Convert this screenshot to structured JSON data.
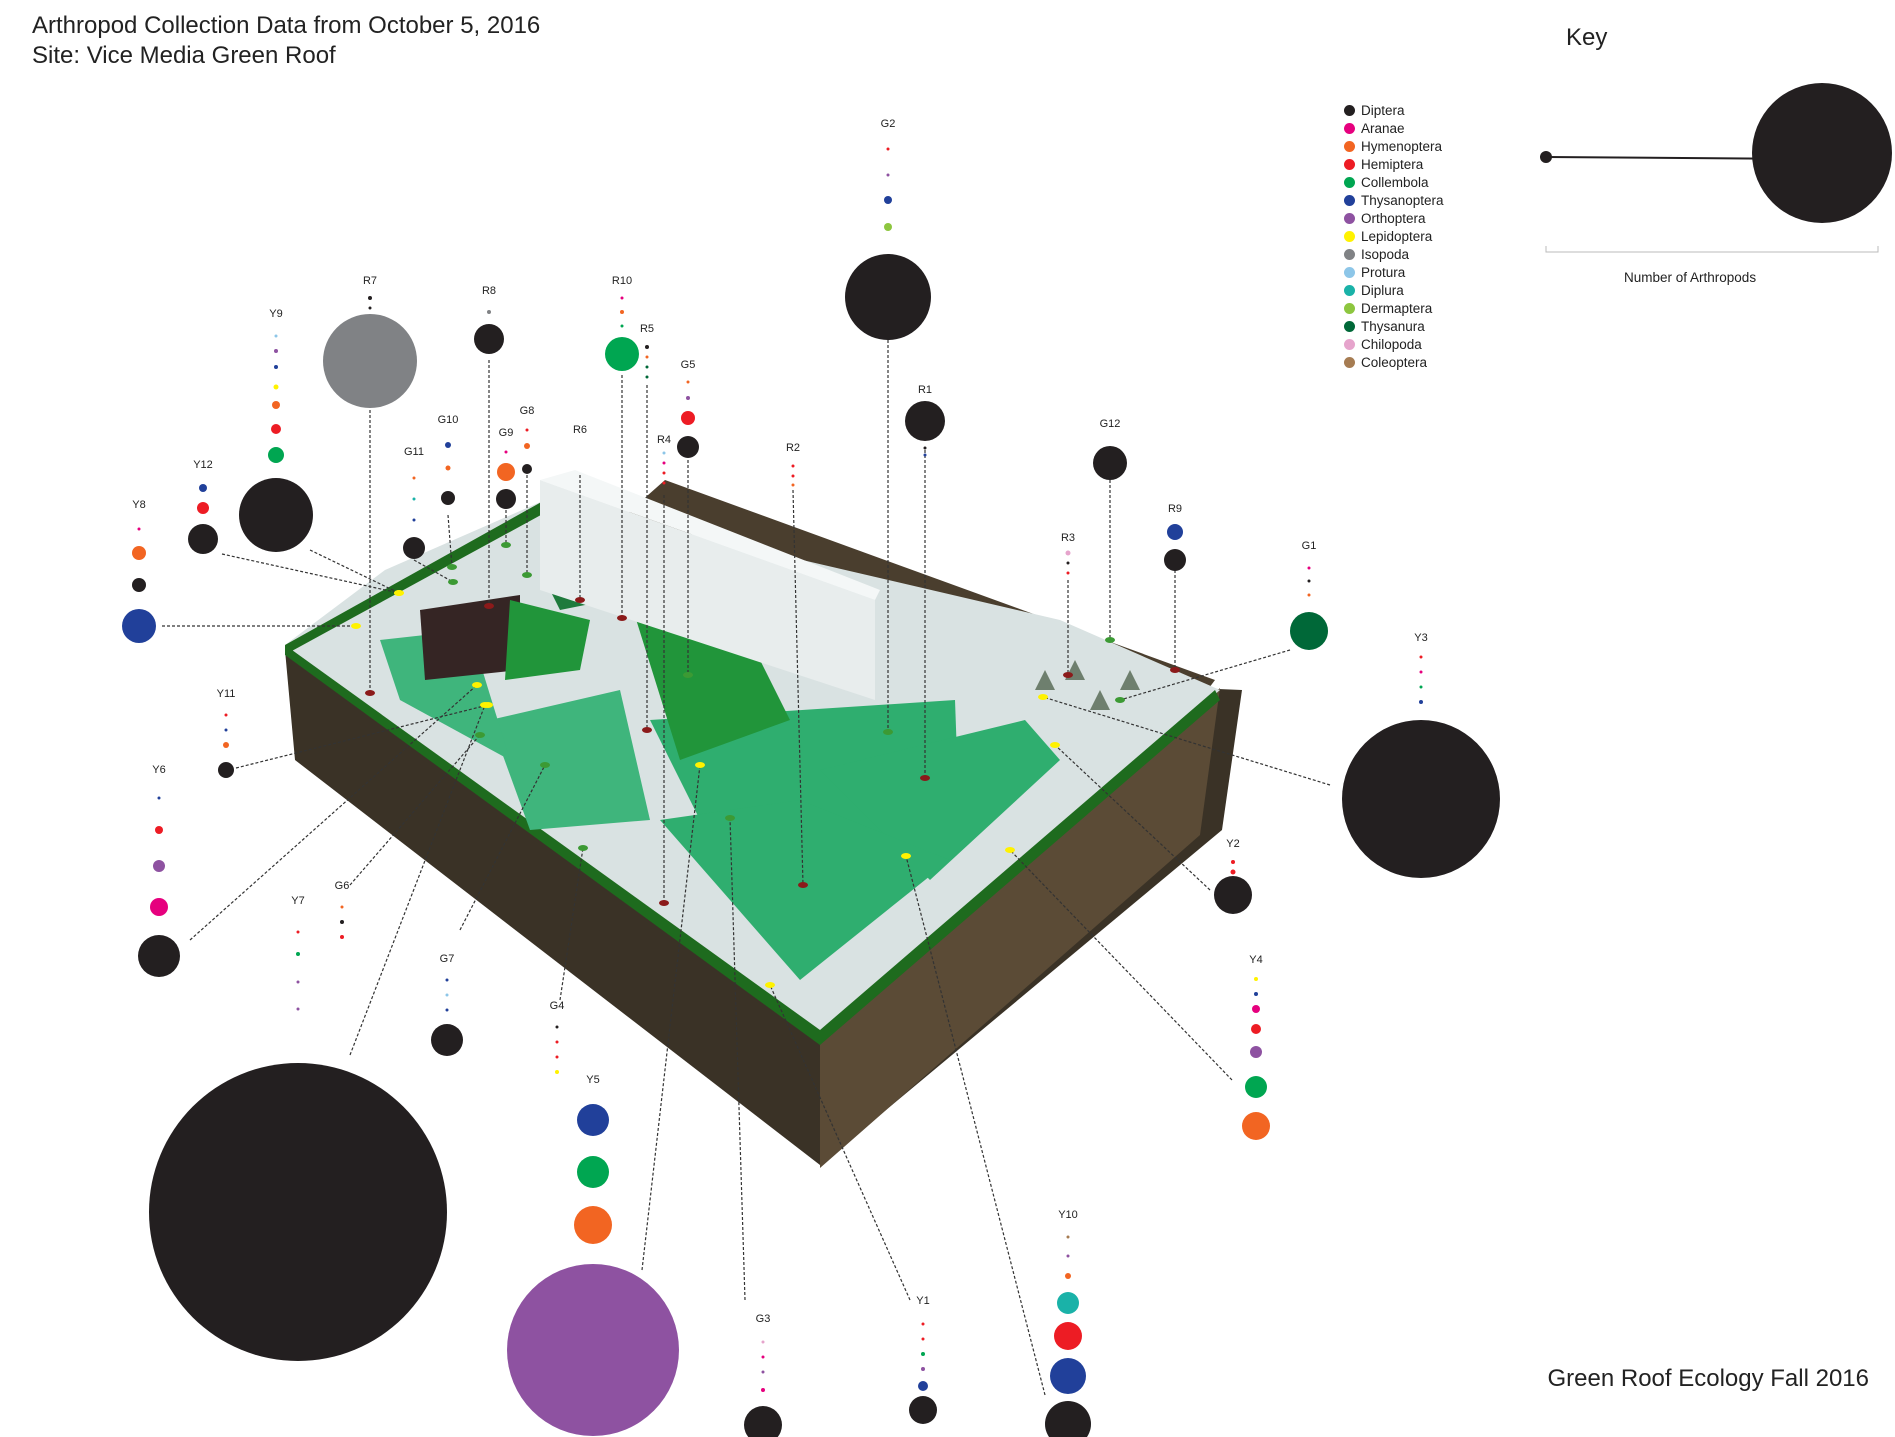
{
  "title": {
    "line1": "Arthropod Collection Data from October 5, 2016",
    "line2": "Site: Vice Media Green Roof"
  },
  "key": {
    "heading": "Key",
    "size_caption": "Number of Arthropods"
  },
  "footer": "Green Roof Ecology Fall 2016",
  "taxa": [
    {
      "name": "Diptera",
      "color": "#231f20"
    },
    {
      "name": "Aranae",
      "color": "#e6007e"
    },
    {
      "name": "Hymenoptera",
      "color": "#f26522"
    },
    {
      "name": "Hemiptera",
      "color": "#ed1c24"
    },
    {
      "name": "Collembola",
      "color": "#00a651"
    },
    {
      "name": "Thysanoptera",
      "color": "#21409a"
    },
    {
      "name": "Orthoptera",
      "color": "#8e52a1"
    },
    {
      "name": "Lepidoptera",
      "color": "#fff200"
    },
    {
      "name": "Isopoda",
      "color": "#808285"
    },
    {
      "name": "Protura",
      "color": "#8dc6e8"
    },
    {
      "name": "Diplura",
      "color": "#1ab2a8"
    },
    {
      "name": "Dermaptera",
      "color": "#8dc63f"
    },
    {
      "name": "Thysanura",
      "color": "#006838"
    },
    {
      "name": "Chilopoda",
      "color": "#e6a4cc"
    },
    {
      "name": "Coleoptera",
      "color": "#a67c52"
    }
  ],
  "traps": [
    "R1",
    "R2",
    "R3",
    "R4",
    "R5",
    "R6",
    "R7",
    "R8",
    "R9",
    "R10",
    "G1",
    "G2",
    "G3",
    "G4",
    "G5",
    "G6",
    "G7",
    "G8",
    "G9",
    "G10",
    "G11",
    "G12",
    "Y1",
    "Y2",
    "Y3",
    "Y4",
    "Y5",
    "Y6",
    "Y7",
    "Y8",
    "Y9",
    "Y10",
    "Y11",
    "Y12"
  ]
}
